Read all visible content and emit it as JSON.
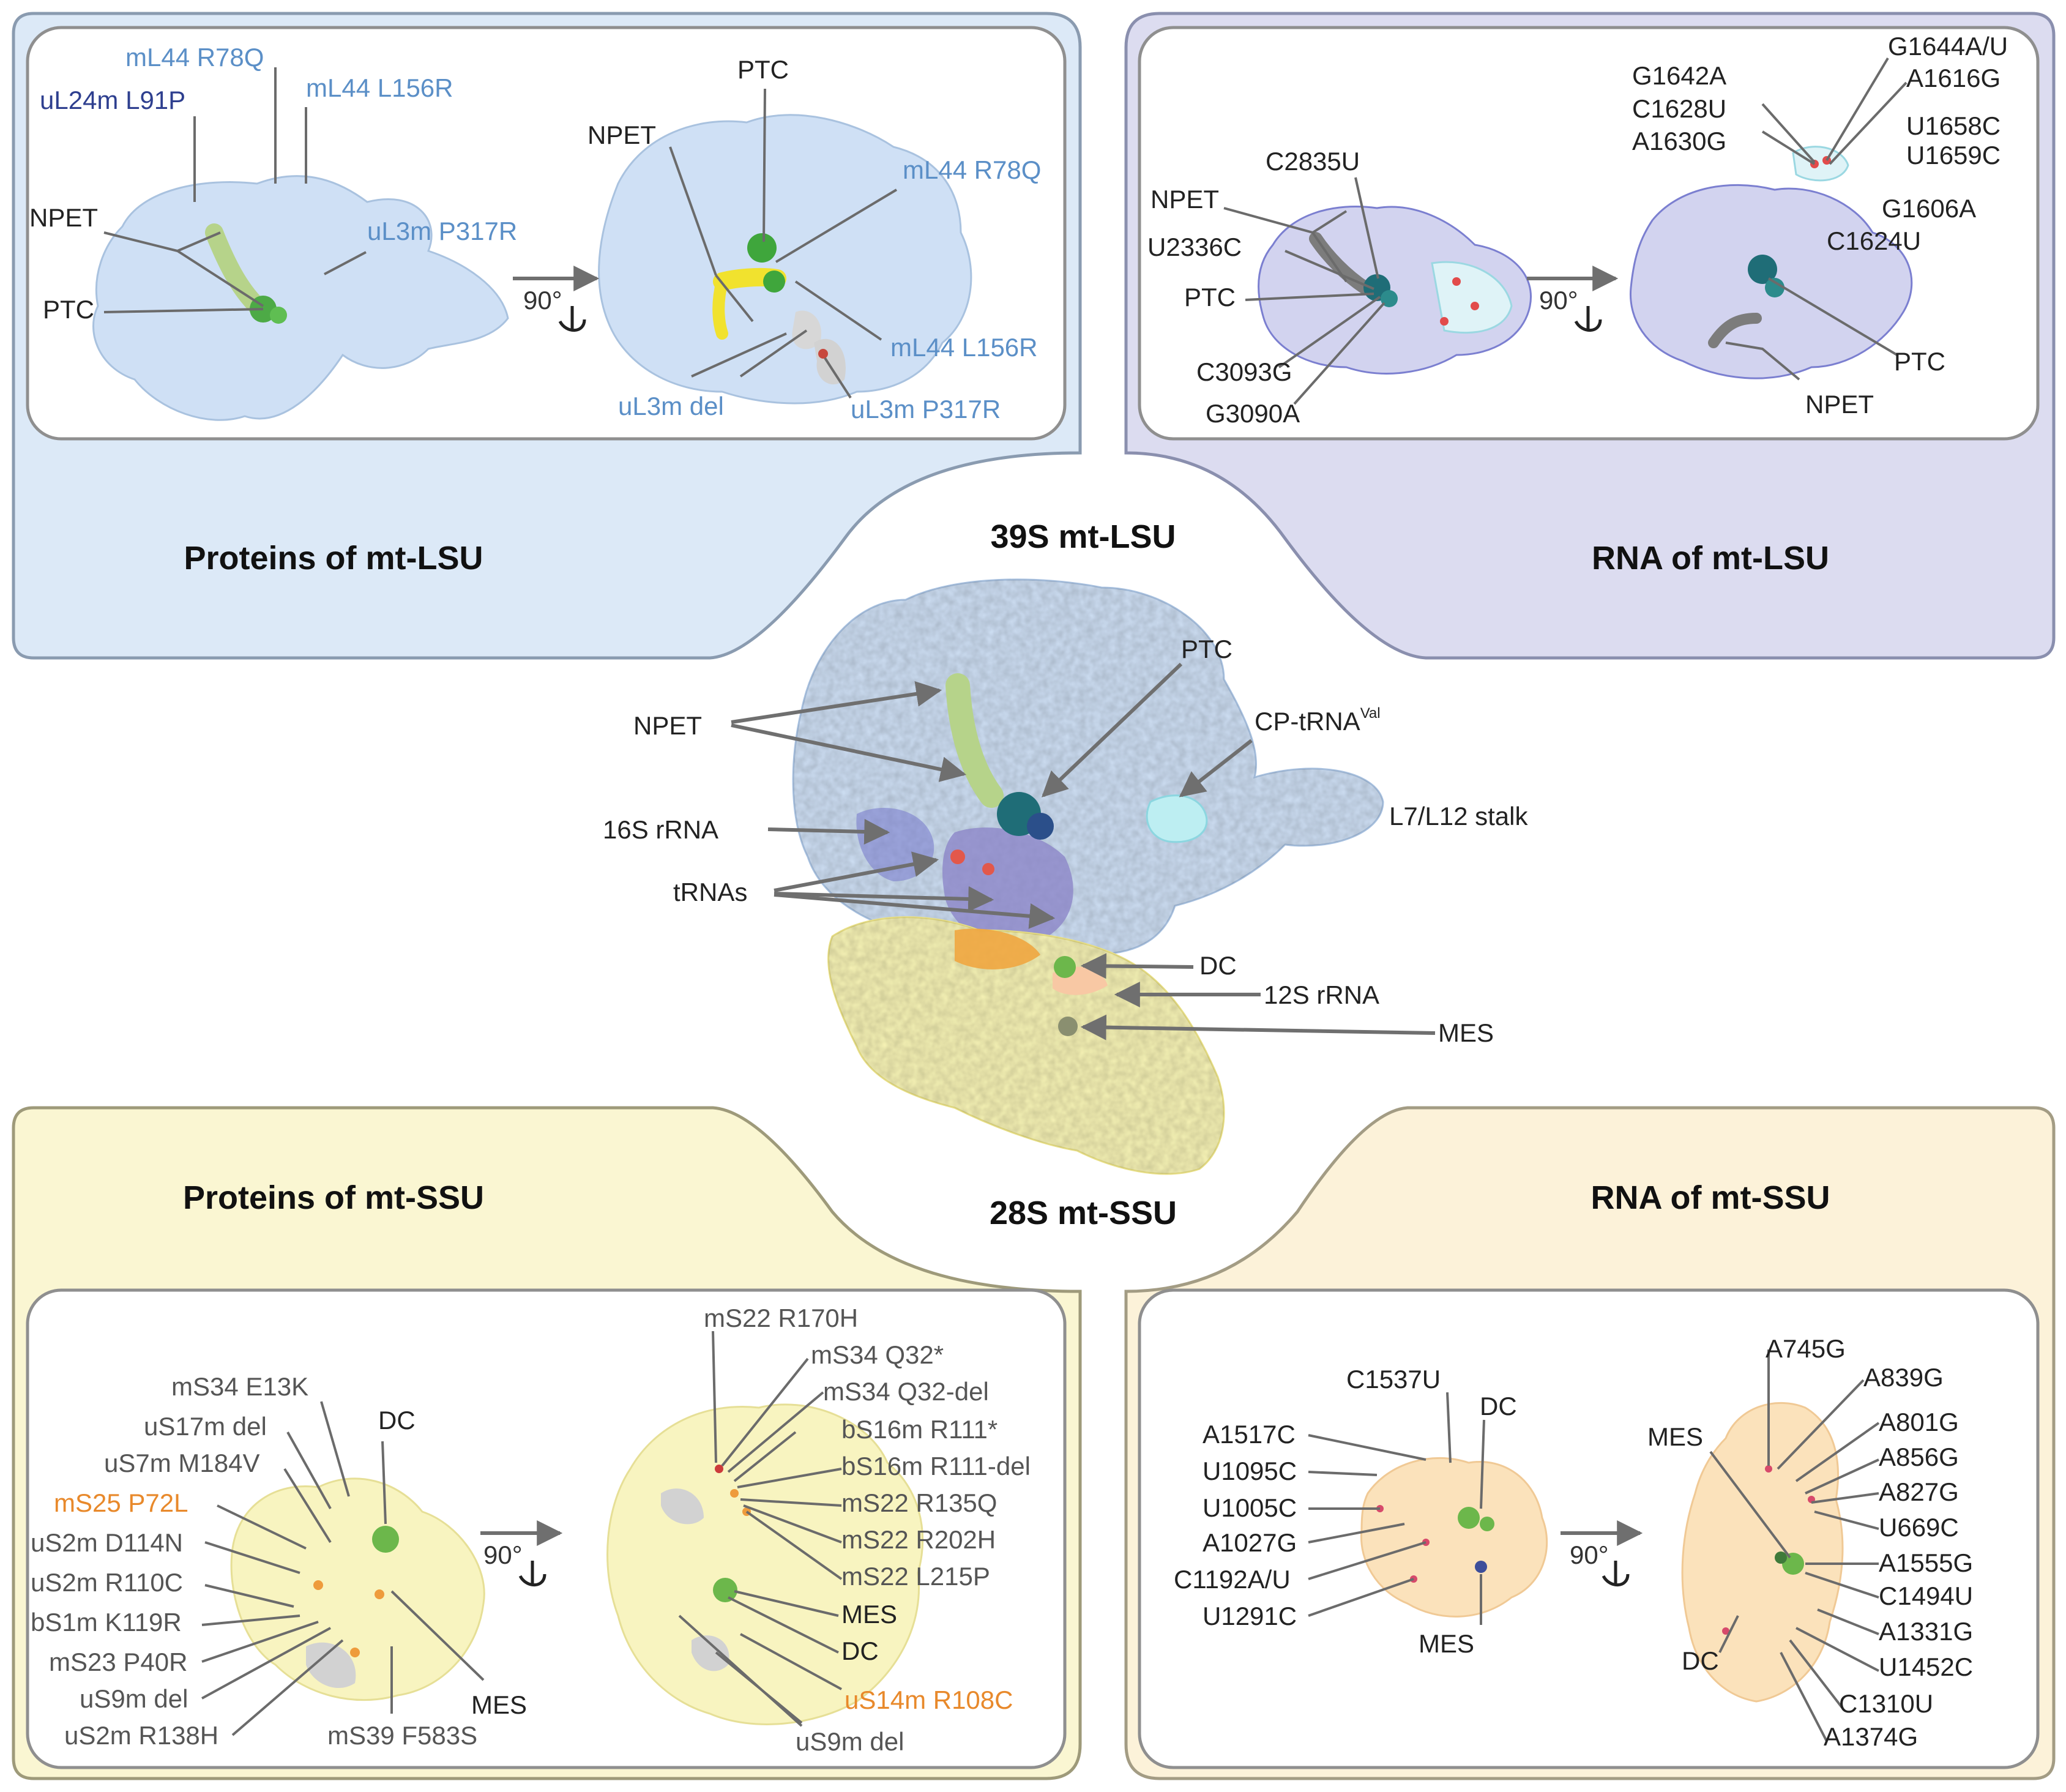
{
  "headers": {
    "lsu_proteins": "Proteins of mt-LSU",
    "lsu_rna": "RNA of mt-LSU",
    "lsu_center": "39S mt-LSU",
    "ssu_proteins": "Proteins of mt-SSU",
    "ssu_rna": "RNA of mt-SSU",
    "ssu_center": "28S mt-SSU"
  },
  "rotation_label": "90°",
  "colors": {
    "panel_lsu_proteins": "#dce9f7",
    "panel_lsu_rna": "#dcdcf0",
    "panel_ssu_proteins": "#faf6d2",
    "panel_ssu_rna": "#fcf2d9",
    "label_blue": "#5b8fc7",
    "label_darkblue": "#2e3f8f",
    "label_orange": "#e8892b",
    "label_gray": "#555555",
    "label_black": "#111111"
  },
  "lsu_proteins": {
    "left": {
      "mL44_R78Q": "mL44 R78Q",
      "uL24m_L91P": "uL24m L91P",
      "mL44_L156R": "mL44 L156R",
      "NPET": "NPET",
      "uL3m_P317R": "uL3m P317R",
      "PTC": "PTC"
    },
    "right": {
      "PTC": "PTC",
      "NPET": "NPET",
      "mL44_R78Q": "mL44 R78Q",
      "mL44_L156R": "mL44 L156R",
      "uL3m_del": "uL3m del",
      "uL3m_P317R": "uL3m P317R"
    }
  },
  "lsu_rna": {
    "left": {
      "C2835U": "C2835U",
      "NPET": "NPET",
      "U2336C": "U2336C",
      "PTC": "PTC",
      "C3093G": "C3093G",
      "G3090A": "G3090A"
    },
    "right": {
      "G1642A": "G1642A",
      "C1628U": "C1628U",
      "A1630G": "A1630G",
      "G1644AU": "G1644A/U",
      "A1616G": "A1616G",
      "U1658C": "U1658C",
      "U1659C": "U1659C",
      "G1606A": "G1606A",
      "C1624U": "C1624U",
      "PTC": "PTC",
      "NPET": "NPET"
    }
  },
  "center": {
    "NPET": "NPET",
    "PTC": "PTC",
    "CP_tRNA": "CP-tRNA",
    "CP_tRNA_sup": "Val",
    "rRNA16S": "16S rRNA",
    "L7L12": "L7/L12 stalk",
    "tRNAs": "tRNAs",
    "DC": "DC",
    "rRNA12S": "12S rRNA",
    "MES": "MES"
  },
  "ssu_proteins": {
    "left": {
      "mS34_E13K": "mS34 E13K",
      "uS17m_del": "uS17m del",
      "DC": "DC",
      "uS7m_M184V": "uS7m M184V",
      "mS25_P72L": "mS25 P72L",
      "uS2m_D114N": "uS2m D114N",
      "uS2m_R110C": "uS2m R110C",
      "bS1m_K119R": "bS1m K119R",
      "mS23_P40R": "mS23 P40R",
      "uS9m_del": "uS9m del",
      "uS2m_R138H": "uS2m R138H",
      "mS39_F583S": "mS39 F583S",
      "MES": "MES"
    },
    "right": {
      "mS22_R170H": "mS22 R170H",
      "mS34_Q32star": "mS34 Q32*",
      "mS34_Q32del": "mS34 Q32-del",
      "bS16m_R111star": "bS16m R111*",
      "bS16m_R111del": "bS16m R111-del",
      "mS22_R135Q": "mS22 R135Q",
      "mS22_R202H": "mS22 R202H",
      "mS22_L215P": "mS22 L215P",
      "MES": "MES",
      "DC": "DC",
      "uS14m_R108C": "uS14m R108C",
      "uS9m_del": "uS9m del"
    }
  },
  "ssu_rna": {
    "left": {
      "C1537U": "C1537U",
      "DC": "DC",
      "A1517C": "A1517C",
      "U1095C": "U1095C",
      "U1005C": "U1005C",
      "A1027G": "A1027G",
      "C1192AU": "C1192A/U",
      "U1291C": "U1291C",
      "MES": "MES"
    },
    "right": {
      "A745G": "A745G",
      "A839G": "A839G",
      "MES": "MES",
      "A801G": "A801G",
      "A856G": "A856G",
      "A827G": "A827G",
      "U669C": "U669C",
      "A1555G": "A1555G",
      "C1494U": "C1494U",
      "A1331G": "A1331G",
      "DC": "DC",
      "U1452C": "U1452C",
      "C1310U": "C1310U",
      "A1374G": "A1374G"
    }
  }
}
